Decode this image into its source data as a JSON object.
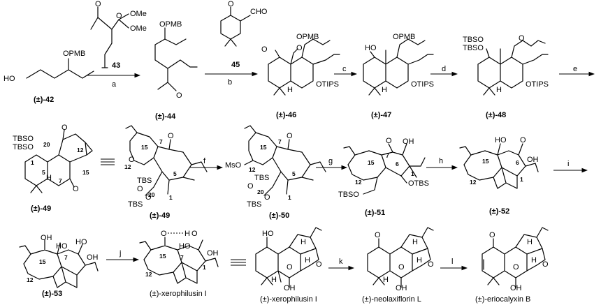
{
  "compounds": {
    "c42": "(±)-42",
    "c43": "43",
    "c44": "(±)-44",
    "c45": "45",
    "c46": "(±)-46",
    "c47": "(±)-47",
    "c48": "(±)-48",
    "c49a": "(±)-49",
    "c49b": "(±)-49",
    "c50": "(±)-50",
    "c51": "(±)-51",
    "c52": "(±)-52",
    "c53": "(±)-53",
    "xeroI_a": "(±)-xerophilusin I",
    "xeroI_b": "(±)-xerophilusin I",
    "neolax": "(±)-neolaxiflorin L",
    "eriocal": "(±)-eriocalyxin B"
  },
  "reagents": {
    "a": "a",
    "b": "b",
    "c": "c",
    "d": "d",
    "e": "e",
    "f": "f",
    "g": "g",
    "h": "h",
    "i": "i",
    "j": "j",
    "k": "k",
    "l": "l"
  },
  "atoms": {
    "opmb": "OPMB",
    "ho": "HO",
    "ome": "OMe",
    "cho": "CHO",
    "o": "O",
    "otips": "OTIPS",
    "h": "H",
    "tbso": "TBSO",
    "tbs": "TBS",
    "mso": "MsO",
    "oh": "OH",
    "otbs": "OTBS",
    "tbso_sub": "TBSO"
  },
  "numbers": {
    "n1": "1",
    "n5": "5",
    "n6": "6",
    "n7": "7",
    "n12": "12",
    "n15": "15",
    "n20": "20"
  }
}
